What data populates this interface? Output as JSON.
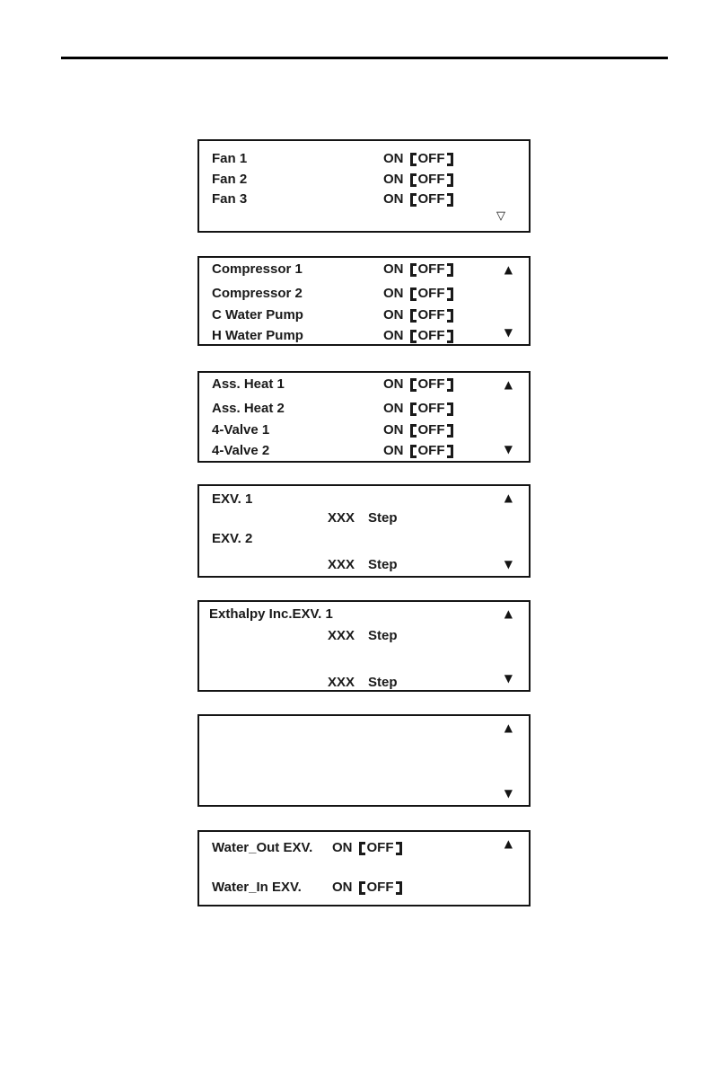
{
  "panels": [
    {
      "name": "fan-status-screen",
      "rows": [
        {
          "label": "Fan 1",
          "on": "ON",
          "off": "OFF"
        },
        {
          "label": "Fan 2",
          "on": "ON",
          "off": "OFF"
        },
        {
          "label": "Fan 3",
          "on": "ON",
          "off": "OFF"
        }
      ],
      "nav_down": "▽"
    },
    {
      "name": "compressor-pump-status-screen",
      "rows": [
        {
          "label": "Compressor 1",
          "on": "ON",
          "off": "OFF"
        },
        {
          "label": "Compressor 2",
          "on": "ON",
          "off": "OFF"
        },
        {
          "label": "C Water Pump",
          "on": "ON",
          "off": "OFF"
        },
        {
          "label": "H Water Pump",
          "on": "ON",
          "off": "OFF"
        }
      ],
      "nav_up": "▲",
      "nav_down": "▼"
    },
    {
      "name": "heater-valve-status-screen",
      "rows": [
        {
          "label": "Ass. Heat 1",
          "on": "ON",
          "off": "OFF"
        },
        {
          "label": "Ass. Heat 2",
          "on": "ON",
          "off": "OFF"
        },
        {
          "label": "4-Valve 1",
          "on": "ON",
          "off": "OFF"
        },
        {
          "label": "4-Valve 2",
          "on": "ON",
          "off": "OFF"
        }
      ],
      "nav_up": "▲",
      "nav_down": "▼"
    },
    {
      "name": "exv-steps-screen",
      "rows": [
        {
          "label": "EXV. 1"
        },
        {
          "qty": "XXX",
          "unit": "Step"
        },
        {
          "label": "EXV. 2"
        },
        {
          "qty": "XXX",
          "unit": "Step"
        }
      ],
      "nav_up": "▲",
      "nav_down": "▼"
    },
    {
      "name": "enthalpy-exv-steps-screen",
      "rows": [
        {
          "label": "Exthalpy Inc.EXV. 1"
        },
        {
          "qty": "XXX",
          "unit": "Step"
        },
        {
          "qty": "XXX",
          "unit": "Step"
        }
      ],
      "nav_up": "▲",
      "nav_down": "▼"
    },
    {
      "name": "empty-screen",
      "rows": [],
      "nav_up": "▲",
      "nav_down": "▼"
    },
    {
      "name": "water-exv-status-screen",
      "rows": [
        {
          "label": "Water_Out EXV.",
          "on": "ON",
          "off": "OFF"
        },
        {
          "label": "Water_In EXV.",
          "on": "ON",
          "off": "OFF"
        }
      ],
      "nav_up": "▲"
    }
  ]
}
